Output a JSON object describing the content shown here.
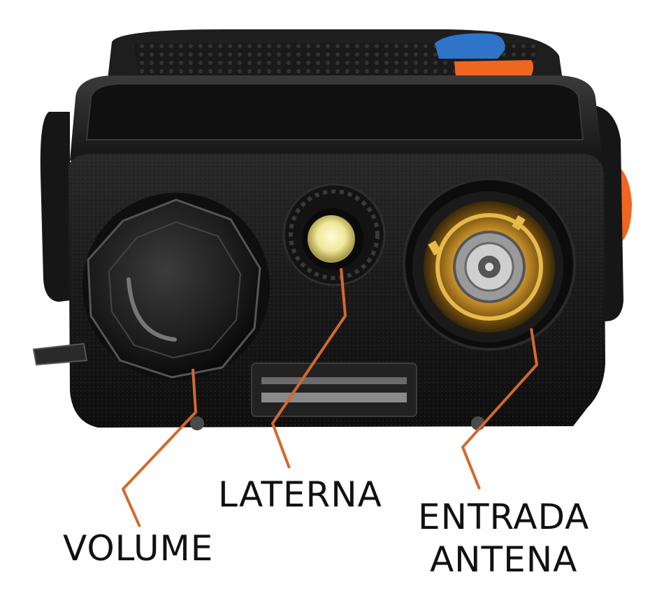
{
  "labels": {
    "volume": "VOLUME",
    "laterna": "LATERNA",
    "antena_line1": "ENTRADA",
    "antena_line2": "ANTENA"
  },
  "colors": {
    "callout_line": "#d2692f",
    "body_dark": "#161616",
    "body_mid": "#242424",
    "button_blue": "#2f74c8",
    "button_orange": "#f0651f",
    "connector_gold": "#c8922a",
    "led_yellow": "#efe79a",
    "label_text": "#111111",
    "background": "#ffffff"
  },
  "icons": {
    "volume_knob": "volume-knob-icon",
    "flashlight_led": "flashlight-led-icon",
    "antenna_connector": "antenna-connector-icon"
  }
}
